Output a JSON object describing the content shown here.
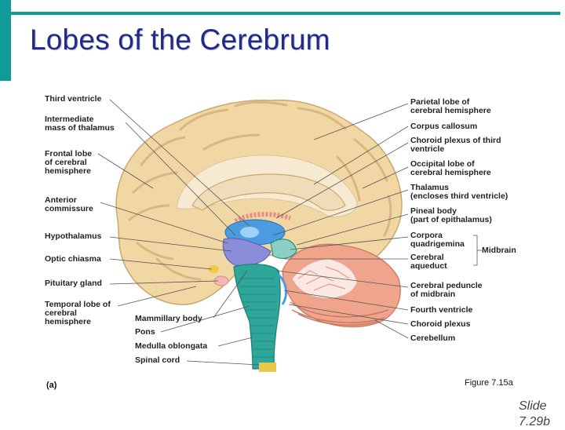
{
  "slide": {
    "title": "Lobes of the Cerebrum",
    "figure_caption": "Figure 7.15a",
    "panel_label": "(a)",
    "slide_number_line1": "Slide",
    "slide_number_line2": "7.29b"
  },
  "labels_left": [
    "Third ventricle",
    "Intermediate\nmass of thalamus",
    "Frontal lobe\nof cerebral\nhemisphere",
    "Anterior\ncommissure",
    "Hypothalamus",
    "Optic chiasma",
    "Pituitary gland",
    "Temporal lobe of\ncerebral\nhemisphere"
  ],
  "labels_bottom": [
    "Mammillary body",
    "Pons",
    "Medulla oblongata",
    "Spinal cord"
  ],
  "labels_right": [
    "Parietal lobe of\ncerebral hemisphere",
    "Corpus callosum",
    "Choroid plexus of third\nventricle",
    "Occipital lobe of\ncerebral hemisphere",
    "Thalamus\n(encloses third ventricle)",
    "Pineal body\n(part of epithalamus)",
    "Corpora\nquadrigemina",
    "Cerebral\naqueduct",
    "Cerebral peduncle\nof midbrain",
    "Fourth ventricle",
    "Choroid plexus",
    "Cerebellum"
  ],
  "bracket_label": "Midbrain",
  "colors": {
    "teal_accent": "#119a9a",
    "title_text": "#1f2a8a",
    "cerebrum": "#f3d9a6",
    "brainstem": "#2ea79a",
    "cerebellum": "#f0a48c",
    "ventricle": "#4a9be0"
  }
}
